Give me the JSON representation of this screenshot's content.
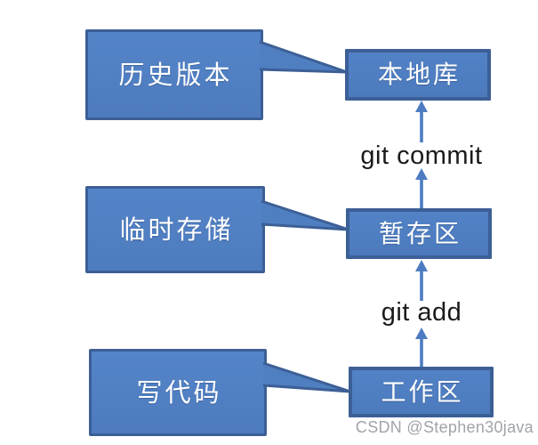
{
  "diagram": {
    "callouts": [
      {
        "id": "history-version",
        "label": "历史版本"
      },
      {
        "id": "temp-storage",
        "label": "临时存储"
      },
      {
        "id": "write-code",
        "label": "写代码"
      }
    ],
    "nodes": [
      {
        "id": "local-repo",
        "label": "本地库"
      },
      {
        "id": "staging-area",
        "label": "暂存区"
      },
      {
        "id": "working-area",
        "label": "工作区"
      }
    ],
    "arrows": [
      {
        "label": "git commit",
        "from": "暂存区",
        "to": "本地库"
      },
      {
        "label": "git add",
        "from": "工作区",
        "to": "暂存区"
      }
    ],
    "colors": {
      "shape_fill": "#5181C4",
      "shape_border": "#3C5F96",
      "arrow": "#4E7CC2",
      "command_text": "#1A1A1A",
      "shape_text": "#FFFFFF",
      "watermark_text": "#A0A3AA"
    },
    "watermark": "CSDN @Stephen30java"
  }
}
